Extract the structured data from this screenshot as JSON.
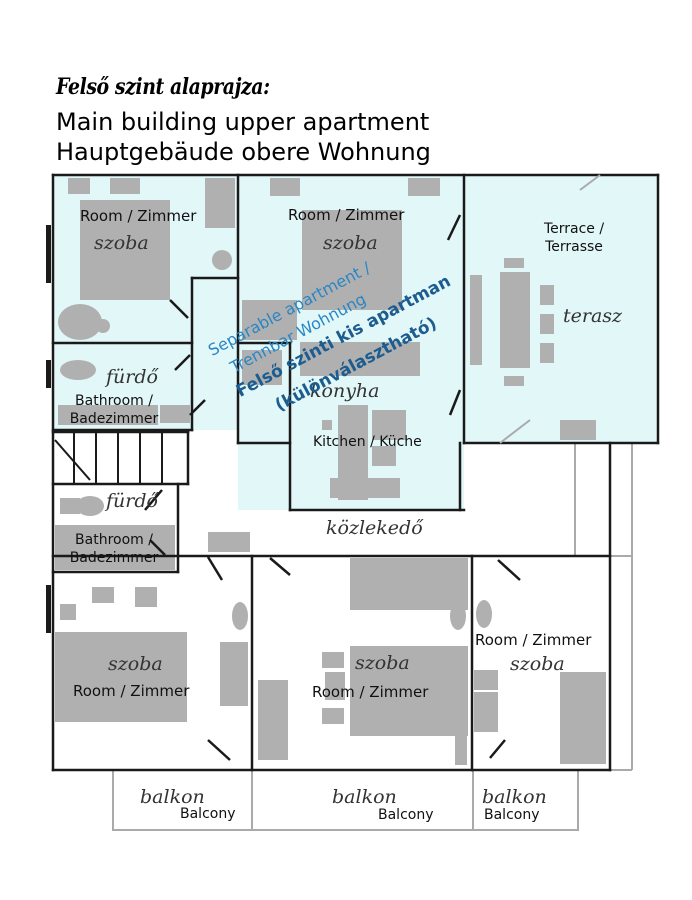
{
  "header": {
    "line1": "Felső szint alaprajza:",
    "line2": "Main building upper apartment",
    "line3": "Hauptgebäude obere Wohnung"
  },
  "rooms": {
    "top_left": {
      "label": "Room / Zimmer",
      "hu": "szoba"
    },
    "top_middle": {
      "label": "Room / Zimmer",
      "hu": "szoba"
    },
    "terrace": {
      "label": "Terrace /\nTerrasse",
      "hu": "terasz"
    },
    "bathroom_upper": {
      "label": "Bathroom /\nBadezimmer",
      "hu": "fürdő"
    },
    "kitchen": {
      "label": "Kitchen / Küche",
      "hu": "konyha"
    },
    "bathroom_lower": {
      "label": "Bathroom /\nBadezimmer",
      "hu": "fürdő"
    },
    "corridor": {
      "hu": "közlekedő"
    },
    "bottom_left": {
      "label": "Room / Zimmer",
      "hu": "szoba"
    },
    "bottom_middle": {
      "label": "Room / Zimmer",
      "hu": "szoba"
    },
    "bottom_right": {
      "label": "Room / Zimmer",
      "hu": "szoba"
    }
  },
  "balconies": [
    {
      "hu": "balkon",
      "label": "Balcony"
    },
    {
      "hu": "balkon",
      "label": "Balcony"
    },
    {
      "hu": "balkon",
      "label": "Balcony"
    }
  ],
  "separable": {
    "line1": "Separable apartment /",
    "line2": "Trennbar Wohnung",
    "line3": "Felső szinti kis apartman",
    "line4": "(különválasztható)"
  },
  "colors": {
    "walls": "#1a1a1a",
    "furniture": "#b0b0b0",
    "apartment_fill": "#e2f7f8",
    "separable_text_light": "#2a86c4",
    "separable_text_dark": "#1c5c8f"
  }
}
